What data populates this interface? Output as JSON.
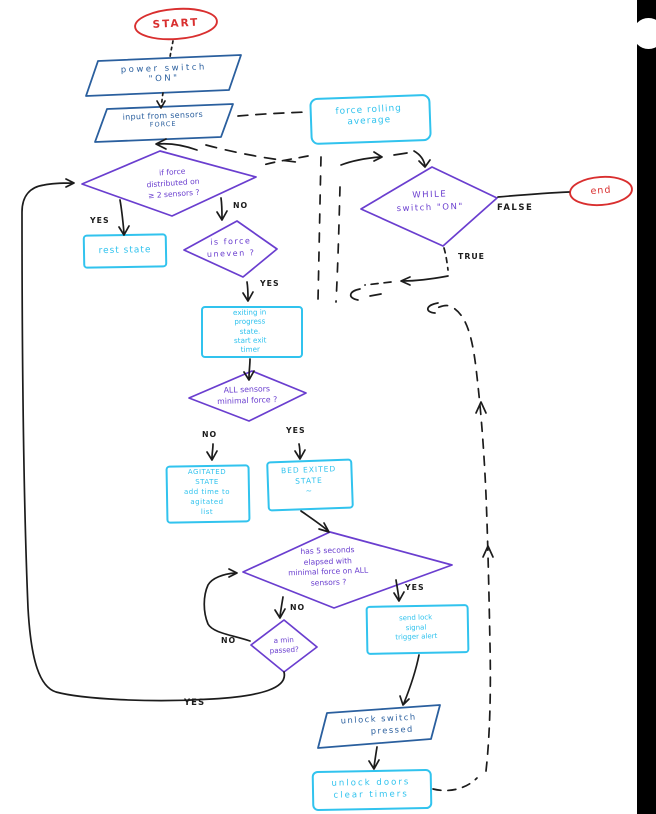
{
  "diagram": {
    "nodes": {
      "start": {
        "label": "START"
      },
      "power_switch": {
        "lines": [
          "power switch",
          "\"ON\""
        ]
      },
      "input_sensors": {
        "lines": [
          "input from sensors",
          "FORCE"
        ]
      },
      "force_rolling_average": {
        "lines": [
          "force rolling",
          "average"
        ]
      },
      "force_distributed": {
        "lines": [
          "if force",
          "distributed on",
          "≥ 2 sensors ?"
        ]
      },
      "rest_state": {
        "label": "rest state"
      },
      "force_uneven": {
        "lines": [
          "is force",
          "uneven ?"
        ]
      },
      "exiting_in_progress": {
        "lines": [
          "exiting in",
          "progress",
          "state.",
          "start exit",
          "timer"
        ]
      },
      "all_sensors_minimal": {
        "lines": [
          "ALL sensors",
          "minimal force ?"
        ]
      },
      "agitated_state": {
        "lines": [
          "AGITATED",
          "STATE",
          "add time to",
          "agitated",
          "list"
        ]
      },
      "bed_exited_state": {
        "lines": [
          "BED EXITED",
          "STATE",
          "~"
        ]
      },
      "five_seconds_elapsed": {
        "lines": [
          "has 5 seconds",
          "elapsed with",
          "minimal force on ALL",
          "sensors ?"
        ]
      },
      "send_lock_signal": {
        "lines": [
          "send lock",
          "signal",
          "trigger alert"
        ]
      },
      "a_min_passed": {
        "lines": [
          "a min",
          "passed?"
        ]
      },
      "while_switch_on": {
        "lines": [
          "WHILE",
          "switch \"ON\""
        ]
      },
      "end": {
        "label": "end"
      },
      "unlock_switch_pressed": {
        "lines": [
          "unlock switch",
          "pressed"
        ]
      },
      "unlock_doors": {
        "lines": [
          "unlock doors",
          "clear timers"
        ]
      }
    },
    "edge_labels": {
      "distributed_yes": "YES",
      "distributed_no": "NO",
      "uneven_yes": "YES",
      "minimal_no": "NO",
      "minimal_yes": "YES",
      "elapsed_yes": "YES",
      "elapsed_no": "NO",
      "min_passed_no": "NO",
      "min_passed_yes": "YES",
      "while_false": "FALSE",
      "while_true": "TRUE"
    },
    "colors": {
      "terminator": "#d92f2f",
      "io_shape": "#2a5f9e",
      "process_shape": "#31c3ee",
      "decision_shape": "#6a3ecf",
      "connector_ink": "#1c1c1c"
    }
  }
}
